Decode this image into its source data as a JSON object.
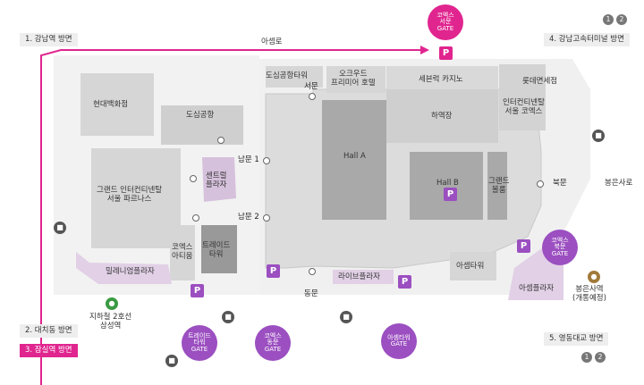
{
  "colors": {
    "accent_pink": "#e0258f",
    "accent_purple": "#9b4fc0",
    "building": "#d9d9d9",
    "hall": "#a8a8a8"
  },
  "roads": {
    "top": "아셈로",
    "right": "봉은사로"
  },
  "directions": {
    "d1": "1. 강남역 방면",
    "d2": "2. 대치동 방면",
    "d3": "3. 잠실역 방면",
    "d4": "4. 강남고속터미널 방면",
    "d5": "5. 영동대교 방면"
  },
  "route_numbers": {
    "top": [
      "1",
      "2"
    ],
    "bottom": [
      "1",
      "2"
    ]
  },
  "buildings": {
    "hyundai": "현대백화점",
    "dosim_airport": "도심공항",
    "city_terminal_tower": "도심공항타워",
    "oakwood": "오크우드\n프리미어 호텔",
    "sebit_casino": "세븐럭 카지노",
    "lotte_duty_free": "롯데면세점",
    "intercontinental_coex": "인터컨티넨탈\n서울 코엑스",
    "loading_dock": "하역장",
    "grand_parnas": "그랜드 인터컨티넨탈\n서울 파르나스",
    "central_plaza": "센트럴\n플라자",
    "hall_a": "Hall A",
    "hall_b": "Hall B",
    "grand_ballroom": "그랜드\n볼룸",
    "coex_atrium": "코엑스\n아티움",
    "trade_tower": "트레이드\n타워",
    "millennium_plaza": "밀레니엄플라자",
    "live_plaza": "라이브플라자",
    "asem_tower": "아셈타워",
    "asem_plaza": "아셈플라자"
  },
  "doors": {
    "west": "서문",
    "south_1": "남문 1",
    "south_2": "남문 2",
    "east": "동문",
    "north": "북문"
  },
  "gates": {
    "coex_west": "코엑스\n서문\nGATE",
    "coex_north": "코엑스\n북문\nGATE",
    "trade_tower": "트레이드\n타워\nGATE",
    "coex_east": "코엑스\n동문\nGATE",
    "asem_tower": "아셈타워\nGATE"
  },
  "parking_label": "P",
  "transit": {
    "samseong": "지하철 2호선\n삼성역",
    "bongeunsa": "봉은사역\n(개통예정)"
  }
}
